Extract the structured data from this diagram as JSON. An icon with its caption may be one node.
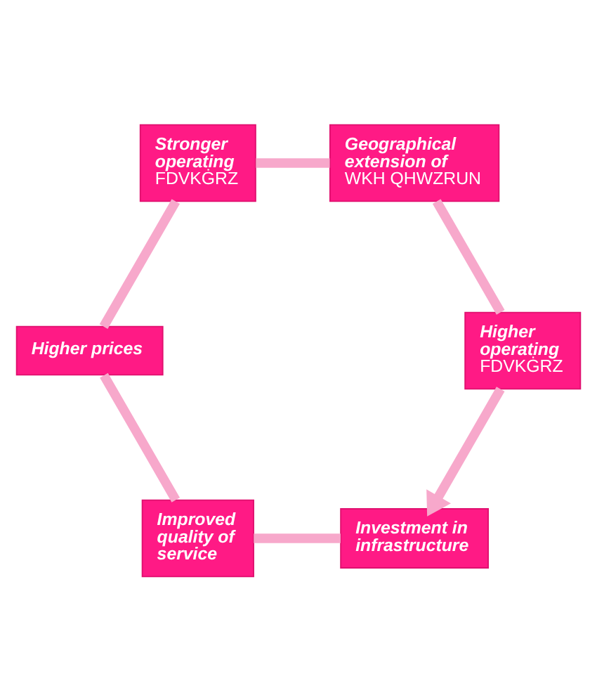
{
  "diagram": {
    "nodes": [
      {
        "text": [
          "Investment in infrastructure"
        ]
      },
      {
        "text": [
          "Improved quality of service"
        ]
      },
      {
        "text": [
          "Higher prices"
        ]
      },
      {
        "text": [
          "Stronger operating",
          "FDVKĠRZ"
        ]
      },
      {
        "text": [
          "Geographical extension of",
          "WKH QHWZRUN"
        ]
      },
      {
        "text": [
          "Higher operating",
          "FDVKĠRZ"
        ]
      }
    ],
    "edges": [
      {
        "from": 0,
        "to": 1,
        "arrow": "none"
      },
      {
        "from": 1,
        "to": 2,
        "arrow": "none"
      },
      {
        "from": 2,
        "to": 3,
        "arrow": "none"
      },
      {
        "from": 3,
        "to": 4,
        "arrow": "none"
      },
      {
        "from": 4,
        "to": 5,
        "arrow": "none"
      },
      {
        "from": 5,
        "to": 0,
        "arrow": "to"
      }
    ]
  }
}
